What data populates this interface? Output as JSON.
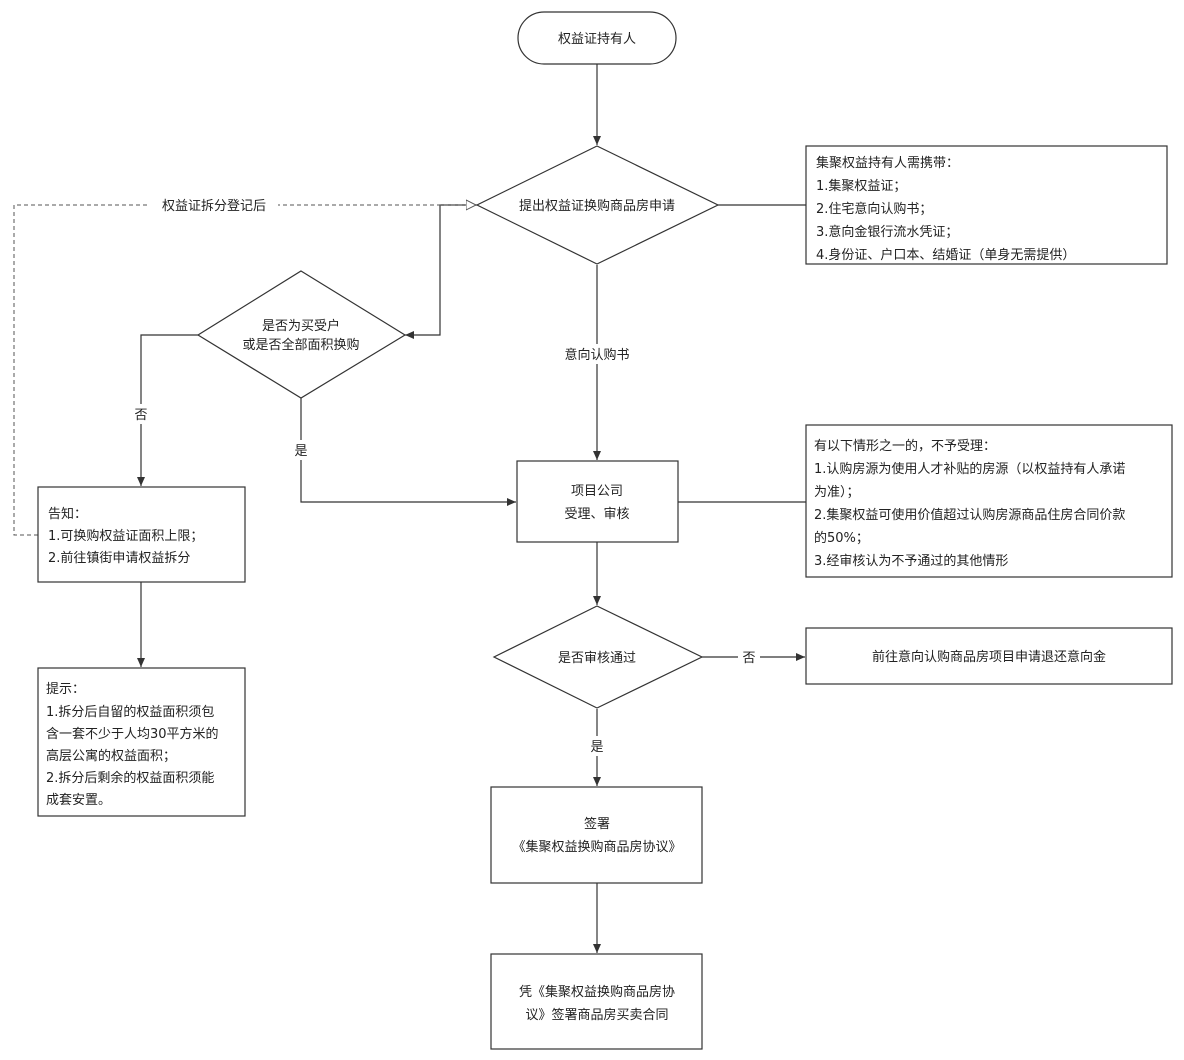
{
  "nodes": {
    "start": "权益证持有人",
    "apply": "提出权益证换购商品房申请",
    "materials": [
      "集聚权益持有人需携带：",
      "1.集聚权益证；",
      "2.住宅意向认购书；",
      "3.意向金银行流水凭证；",
      "4.身份证、户口本、结婚证（单身无需提供）"
    ],
    "buyer_check": [
      "是否为买受户",
      "或是否全部面积换购"
    ],
    "notice": [
      "告知：",
      "1.可换购权益证面积上限；",
      "2.前往镇街申请权益拆分"
    ],
    "tip": [
      "提示：",
      "1.拆分后自留的权益面积须包",
      "含一套不少于人均30平方米的",
      "高层公寓的权益面积；",
      "2.拆分后剩余的权益面积须能",
      "成套安置。"
    ],
    "company": [
      "项目公司",
      "受理、审核"
    ],
    "reject_cases": [
      "有以下情形之一的，不予受理：",
      "1.认购房源为使用人才补贴的房源（以权益持有人承诺",
      "为准）；",
      "2.集聚权益可使用价值超过认购房源商品住房合同价款",
      "的50%；",
      "3.经审核认为不予通过的其他情形"
    ],
    "review_check": "是否审核通过",
    "refund": "前往意向认购商品房项目申请退还意向金",
    "sign": [
      "签署",
      "《集聚权益换购商品房协议》"
    ],
    "contract": [
      "凭《集聚权益换购商品房协",
      "议》签署商品房买卖合同"
    ]
  },
  "edge_labels": {
    "split_registered": "权益证拆分登记后",
    "intent_letter": "意向认购书",
    "no_left": "否",
    "yes_left": "是",
    "no_right": "否",
    "yes_down": "是"
  }
}
